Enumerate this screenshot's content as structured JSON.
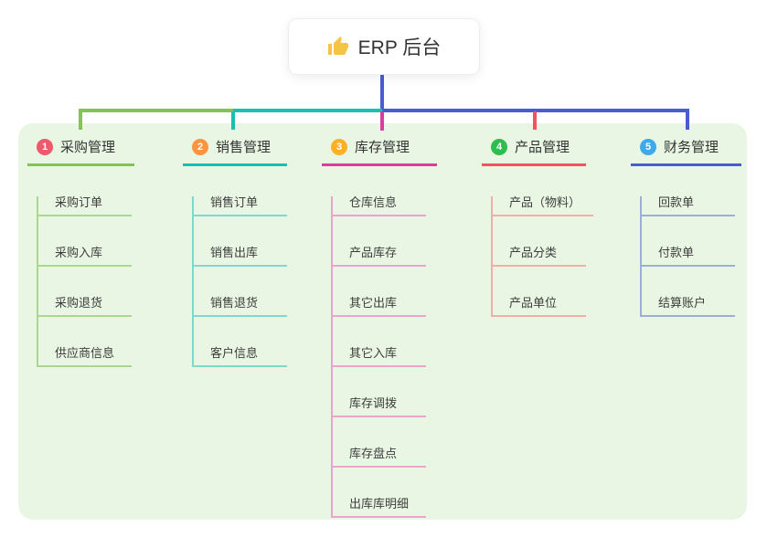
{
  "root": {
    "label": "ERP 后台",
    "icon": "thumbs-up",
    "icon_color": "#F6C445",
    "connector_color": "#4A5CD0"
  },
  "canvas": {
    "page_background": "#FFFFFF",
    "panel_background": "#E9F6E3"
  },
  "branches": [
    {
      "badge": "1",
      "label": "采购管理",
      "badge_color": "#F0586C",
      "line_color": "#85C452",
      "child_line_color": "#ABD98C",
      "children": [
        "采购订单",
        "采购入库",
        "采购退货",
        "供应商信息"
      ]
    },
    {
      "badge": "2",
      "label": "销售管理",
      "badge_color": "#FF9440",
      "line_color": "#1ABFB2",
      "child_line_color": "#7FD9CE",
      "children": [
        "销售订单",
        "销售出库",
        "销售退货",
        "客户信息"
      ]
    },
    {
      "badge": "3",
      "label": "库存管理",
      "badge_color": "#FFB126",
      "line_color": "#DA3D9E",
      "child_line_color": "#F0A2CE",
      "children": [
        "仓库信息",
        "产品库存",
        "其它出库",
        "其它入库",
        "库存调拨",
        "库存盘点",
        "出库库明细"
      ]
    },
    {
      "badge": "4",
      "label": "产品管理",
      "badge_color": "#2DBE4F",
      "line_color": "#F0545E",
      "child_line_color": "#F5ABA9",
      "children": [
        "产品（物料）",
        "产品分类",
        "产品单位"
      ]
    },
    {
      "badge": "5",
      "label": "财务管理",
      "badge_color": "#3FA9EA",
      "line_color": "#4A5CD0",
      "child_line_color": "#9DAEDC",
      "children": [
        "回款单",
        "付款单",
        "结算账户"
      ]
    }
  ]
}
